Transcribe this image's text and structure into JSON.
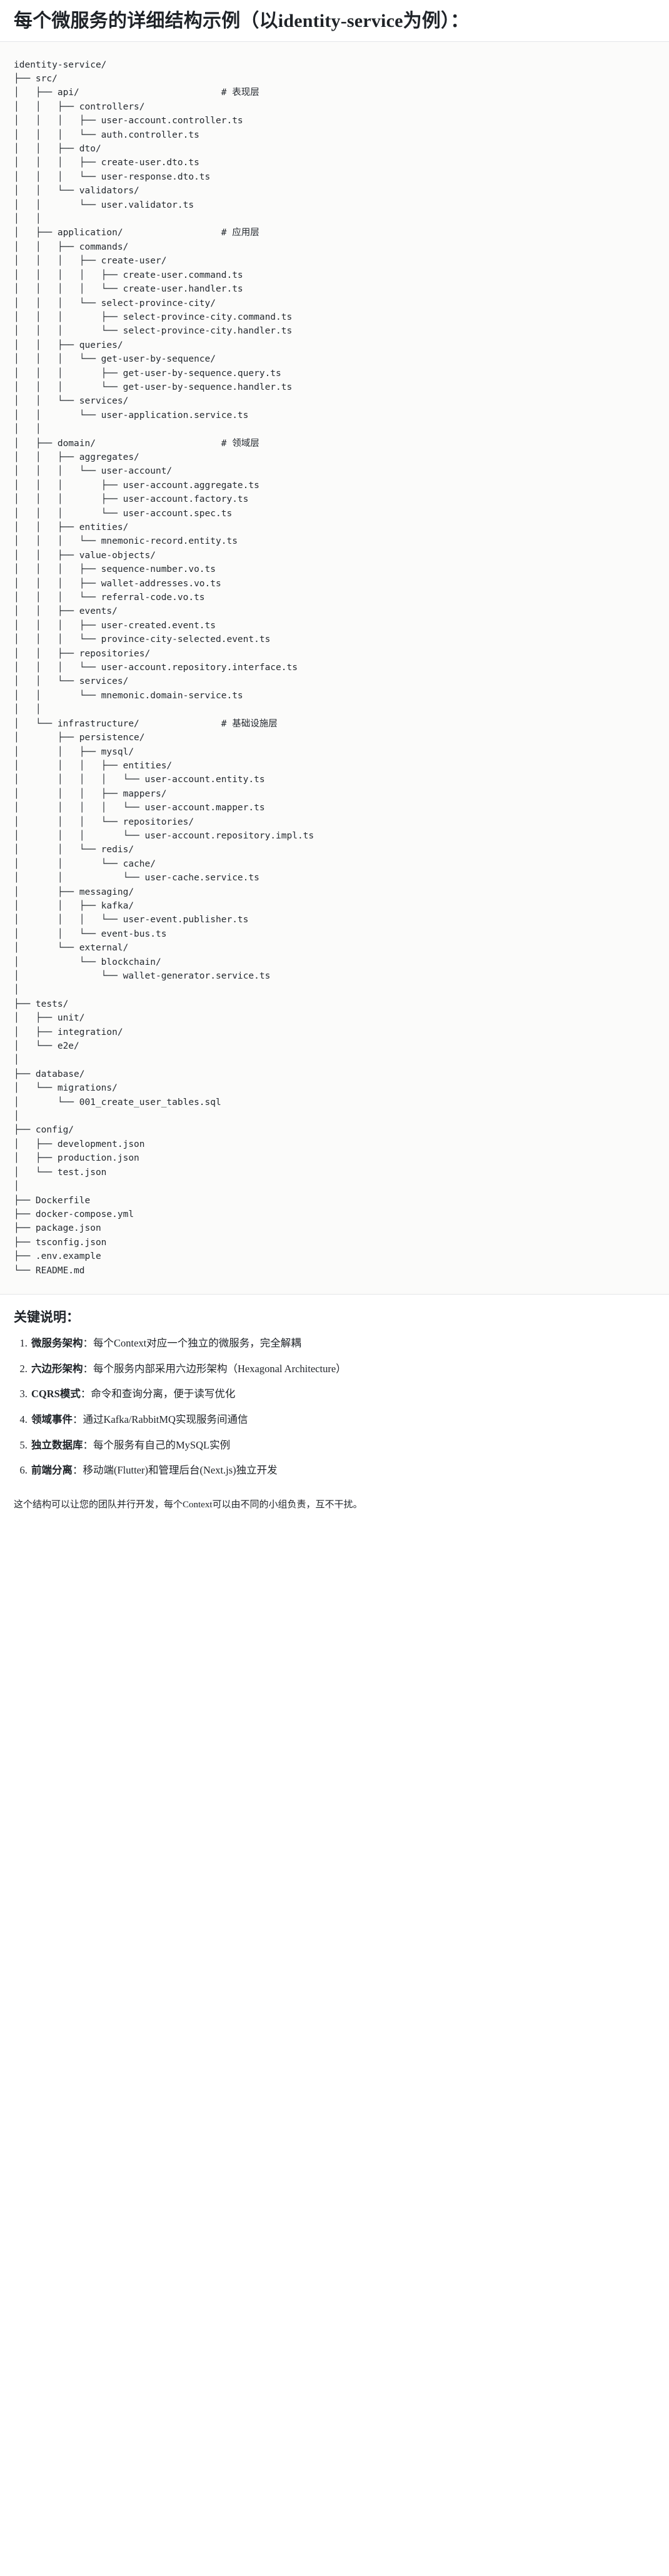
{
  "heading": "每个微服务的详细结构示例（以identity-service为例）：",
  "tree": {
    "root": "identity-service/",
    "lines": [
      "identity-service/",
      "├── src/",
      "│   ├── api/                          # 表现层",
      "│   │   ├── controllers/",
      "│   │   │   ├── user-account.controller.ts",
      "│   │   │   └── auth.controller.ts",
      "│   │   ├── dto/",
      "│   │   │   ├── create-user.dto.ts",
      "│   │   │   └── user-response.dto.ts",
      "│   │   └── validators/",
      "│   │       └── user.validator.ts",
      "│   │",
      "│   ├── application/                  # 应用层",
      "│   │   ├── commands/",
      "│   │   │   ├── create-user/",
      "│   │   │   │   ├── create-user.command.ts",
      "│   │   │   │   └── create-user.handler.ts",
      "│   │   │   └── select-province-city/",
      "│   │   │       ├── select-province-city.command.ts",
      "│   │   │       └── select-province-city.handler.ts",
      "│   │   ├── queries/",
      "│   │   │   └── get-user-by-sequence/",
      "│   │   │       ├── get-user-by-sequence.query.ts",
      "│   │   │       └── get-user-by-sequence.handler.ts",
      "│   │   └── services/",
      "│   │       └── user-application.service.ts",
      "│   │",
      "│   ├── domain/                       # 领域层",
      "│   │   ├── aggregates/",
      "│   │   │   └── user-account/",
      "│   │   │       ├── user-account.aggregate.ts",
      "│   │   │       ├── user-account.factory.ts",
      "│   │   │       └── user-account.spec.ts",
      "│   │   ├── entities/",
      "│   │   │   └── mnemonic-record.entity.ts",
      "│   │   ├── value-objects/",
      "│   │   │   ├── sequence-number.vo.ts",
      "│   │   │   ├── wallet-addresses.vo.ts",
      "│   │   │   └── referral-code.vo.ts",
      "│   │   ├── events/",
      "│   │   │   ├── user-created.event.ts",
      "│   │   │   └── province-city-selected.event.ts",
      "│   │   ├── repositories/",
      "│   │   │   └── user-account.repository.interface.ts",
      "│   │   └── services/",
      "│   │       └── mnemonic.domain-service.ts",
      "│   │",
      "│   └── infrastructure/               # 基础设施层",
      "│       ├── persistence/",
      "│       │   ├── mysql/",
      "│       │   │   ├── entities/",
      "│       │   │   │   └── user-account.entity.ts",
      "│       │   │   ├── mappers/",
      "│       │   │   │   └── user-account.mapper.ts",
      "│       │   │   └── repositories/",
      "│       │   │       └── user-account.repository.impl.ts",
      "│       │   └── redis/",
      "│       │       └── cache/",
      "│       │           └── user-cache.service.ts",
      "│       ├── messaging/",
      "│       │   ├── kafka/",
      "│       │   │   └── user-event.publisher.ts",
      "│       │   └── event-bus.ts",
      "│       └── external/",
      "│           └── blockchain/",
      "│               └── wallet-generator.service.ts",
      "│",
      "├── tests/",
      "│   ├── unit/",
      "│   ├── integration/",
      "│   └── e2e/",
      "│",
      "├── database/",
      "│   └── migrations/",
      "│       └── 001_create_user_tables.sql",
      "│",
      "├── config/",
      "│   ├── development.json",
      "│   ├── production.json",
      "│   └── test.json",
      "│",
      "├── Dockerfile",
      "├── docker-compose.yml",
      "├── package.json",
      "├── tsconfig.json",
      "├── .env.example",
      "└── README.md"
    ],
    "layer_comments": [
      {
        "path": "api/",
        "comment": "# 表现层"
      },
      {
        "path": "application/",
        "comment": "# 应用层"
      },
      {
        "path": "domain/",
        "comment": "# 领域层"
      },
      {
        "path": "infrastructure/",
        "comment": "# 基础设施层"
      }
    ]
  },
  "notes": {
    "title": "关键说明：",
    "items": [
      {
        "term": "微服务架构",
        "sep": "：",
        "text": "每个Context对应一个独立的微服务，完全解耦"
      },
      {
        "term": "六边形架构",
        "sep": "：",
        "text": "每个服务内部采用六边形架构（Hexagonal Architecture）"
      },
      {
        "term": "CQRS模式",
        "sep": "：",
        "text": "命令和查询分离，便于读写优化"
      },
      {
        "term": "领域事件",
        "sep": "：",
        "text": "通过Kafka/RabbitMQ实现服务间通信"
      },
      {
        "term": "独立数据库",
        "sep": "：",
        "text": "每个服务有自己的MySQL实例"
      },
      {
        "term": "前端分离",
        "sep": "：",
        "text": "移动端(Flutter)和管理后台(Next.js)独立开发"
      }
    ]
  },
  "closing": "这个结构可以让您的团队并行开发，每个Context可以由不同的小组负责，互不干扰。"
}
